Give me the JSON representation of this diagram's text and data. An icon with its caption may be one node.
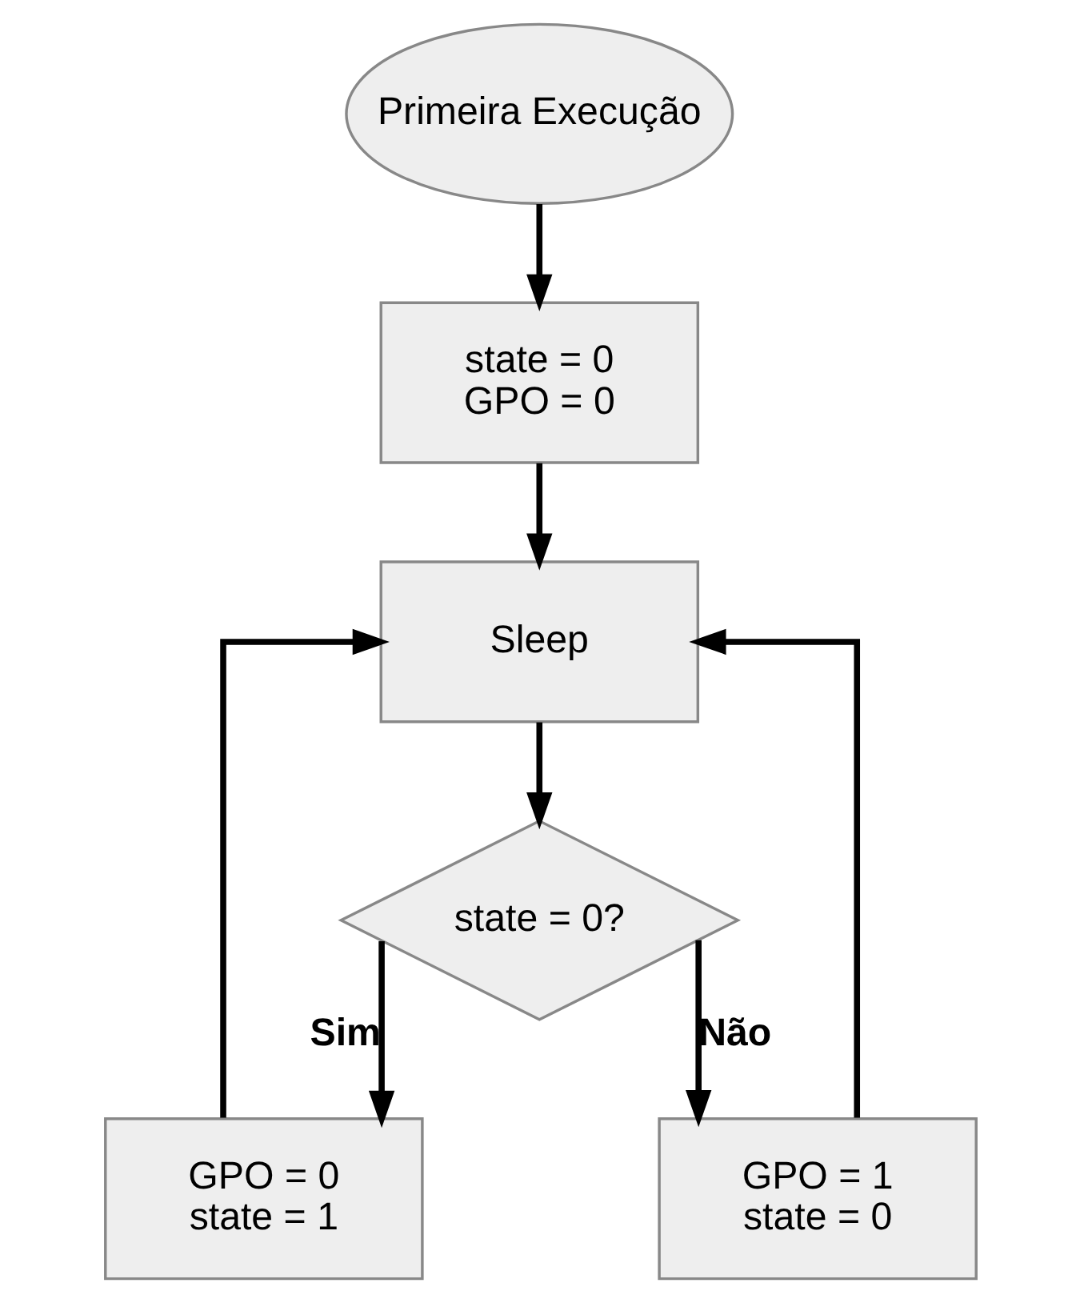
{
  "diagram": {
    "nodes": [
      {
        "text": [
          "Primeira Execução"
        ]
      },
      {
        "text": [
          "state = 0",
          "GPO = 0"
        ]
      },
      {
        "text": [
          "Sleep"
        ]
      },
      {
        "text": [
          "state = 0?"
        ]
      },
      {
        "text": [
          "GPO = 0",
          "state = 1"
        ]
      },
      {
        "text": [
          "GPO = 1",
          "state = 0"
        ]
      }
    ],
    "edges": [
      {
        "from": 0,
        "to": 1,
        "arrow": "to"
      },
      {
        "from": 1,
        "to": 2,
        "arrow": "to"
      },
      {
        "from": 2,
        "to": 3,
        "arrow": "to"
      },
      {
        "from": 3,
        "to": 4,
        "arrow": "to",
        "label": "Sim"
      },
      {
        "from": 3,
        "to": 5,
        "arrow": "to",
        "label": "Não"
      },
      {
        "from": 4,
        "to": 2,
        "arrow": "to"
      },
      {
        "from": 5,
        "to": 2,
        "arrow": "to"
      }
    ]
  }
}
